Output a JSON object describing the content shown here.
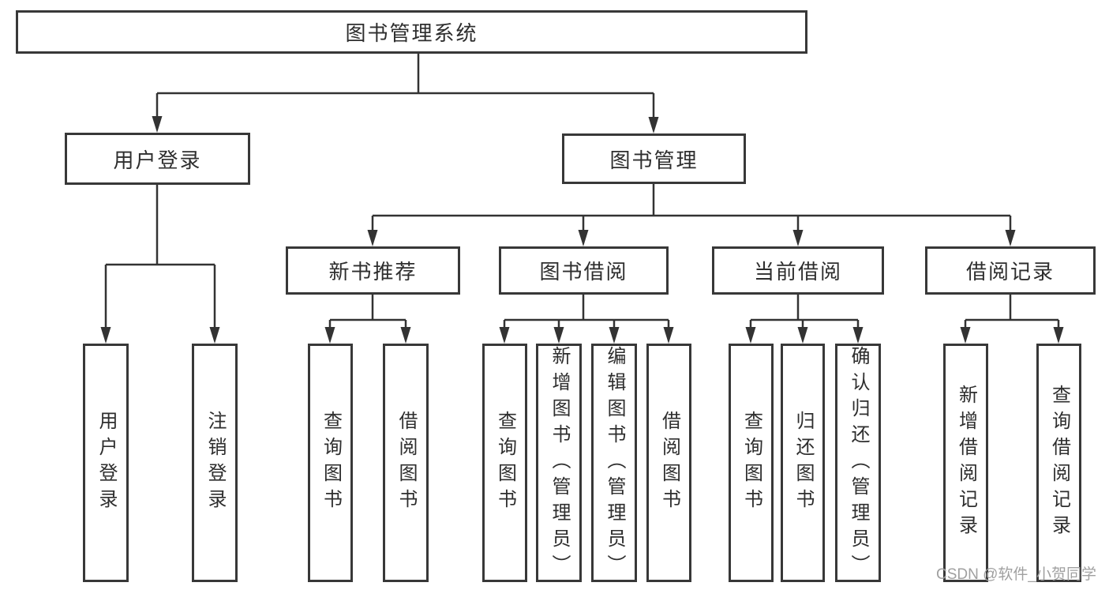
{
  "diagram": {
    "root": "图书管理系统",
    "level2": {
      "user_login": "用户登录",
      "book_mgmt": "图书管理"
    },
    "level3": {
      "new_book_rec": "新书推荐",
      "book_borrow": "图书借阅",
      "current_borrow": "当前借阅",
      "borrow_record": "借阅记录"
    },
    "leaves": {
      "user_login": "用户登录",
      "logout": "注销登录",
      "query_book_rec": "查询图书",
      "borrow_book_rec": "借阅图书",
      "query_book_borrow": "查询图书",
      "add_book": "新增图书（管理员）",
      "edit_book": "编辑图书（管理员）",
      "borrow_book": "借阅图书",
      "query_book_current": "查询图书",
      "return_book": "归还图书",
      "confirm_return": "确认归还（管理员）",
      "add_borrow_record": "新增借阅记录",
      "query_borrow_record": "查询借阅记录"
    }
  },
  "watermark": "CSDN @软件_小贺同学",
  "colors": {
    "line": "#333333",
    "box_border": "#383838",
    "text": "#2e2e2e",
    "watermark": "#a0a0a0",
    "background": "#ffffff"
  }
}
